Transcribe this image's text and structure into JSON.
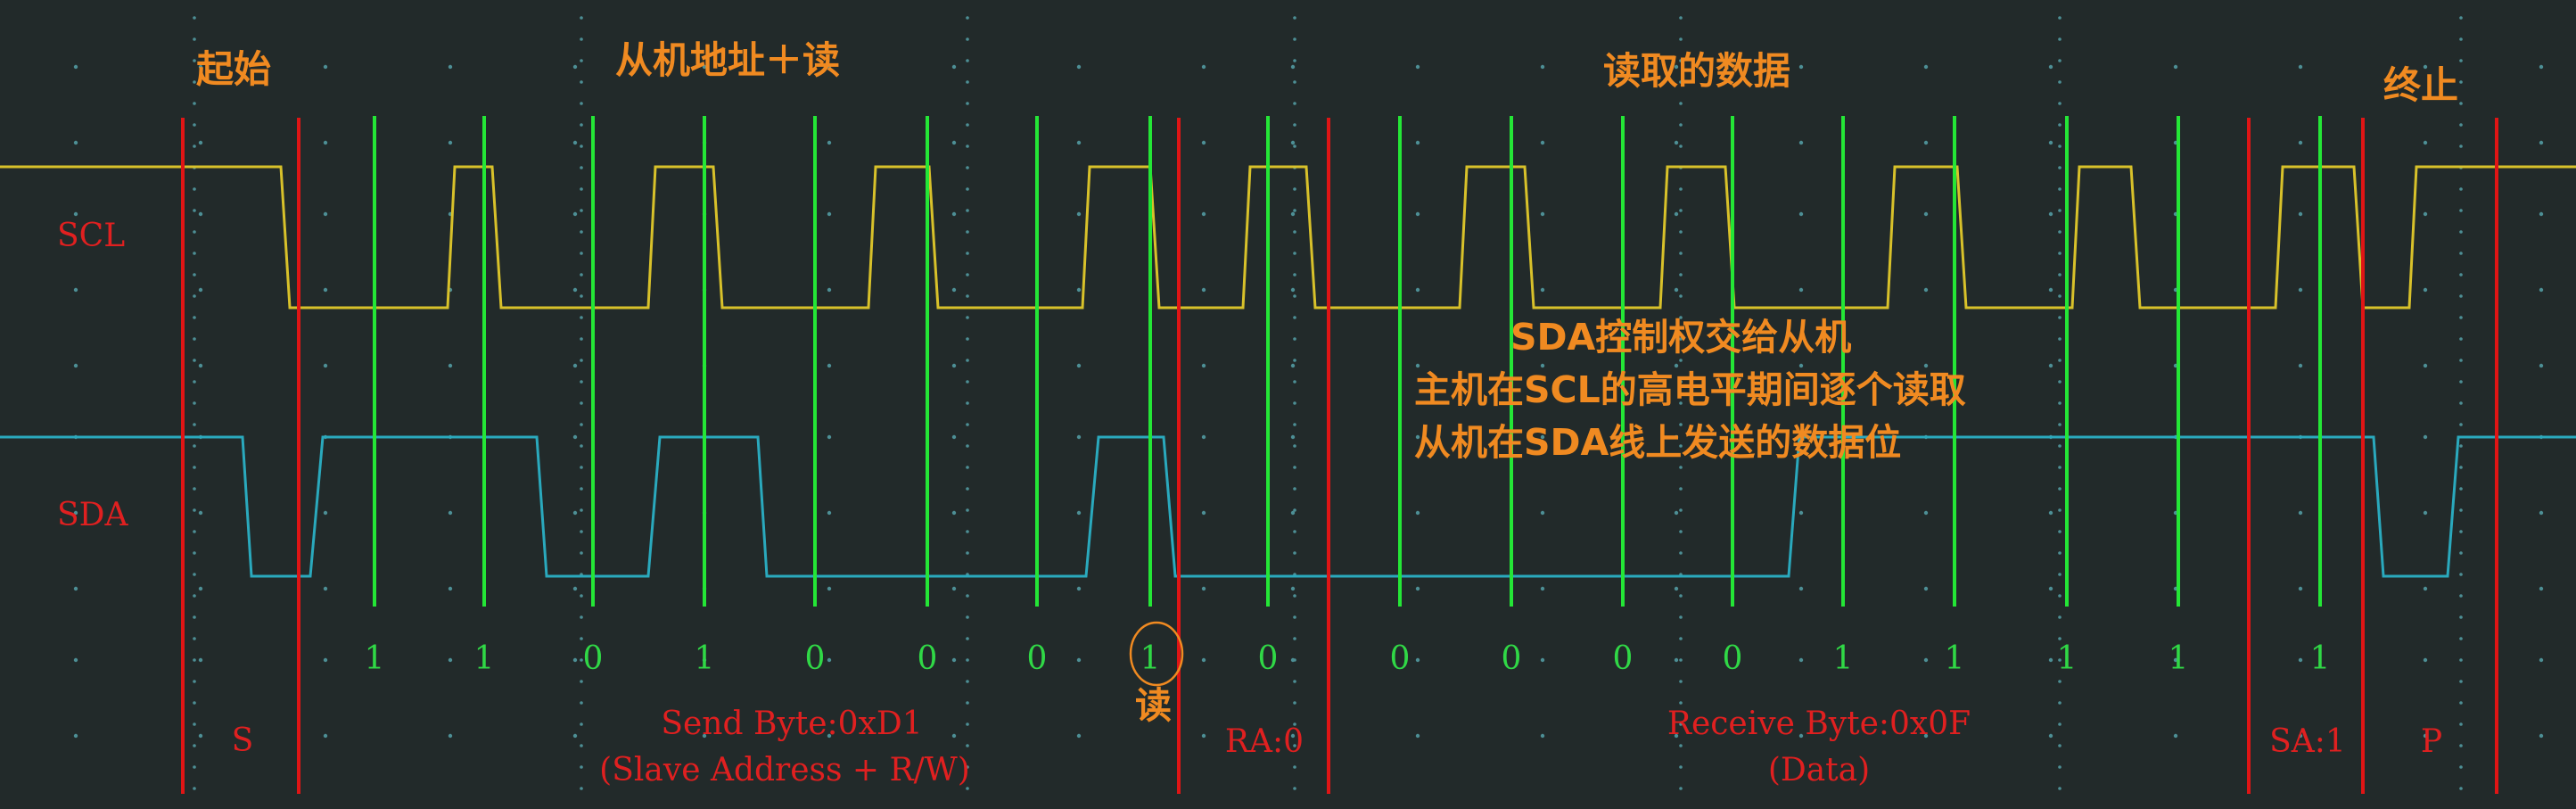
{
  "signals": {
    "scl_label": "SCL",
    "sda_label": "SDA"
  },
  "phases": {
    "start": "起始",
    "address_read": "从机地址＋读",
    "read_data": "读取的数据",
    "stop": "终止"
  },
  "annotation": {
    "line1": "SDA控制权交给从机",
    "line2": "主机在SCL的高电平期间逐个读取",
    "line3": "从机在SDA线上发送的数据位"
  },
  "bits": [
    "1",
    "1",
    "0",
    "1",
    "0",
    "0",
    "0",
    "1",
    "0",
    "0",
    "0",
    "0",
    "0",
    "1",
    "1",
    "1",
    "1",
    "1"
  ],
  "read_marker": "读",
  "decode": {
    "start": "S",
    "send_byte": "Send Byte:0xD1",
    "send_desc": "(Slave Address + R/W)",
    "ack_ra": "RA:0",
    "receive_byte": "Receive Byte:0x0F",
    "receive_desc": "(Data)",
    "ack_sa": "SA:1",
    "stop": "P"
  },
  "colors": {
    "background": "#222a2a",
    "scl": "#d8c12a",
    "sda": "#2aa9bd",
    "sample_marker": "#24e636",
    "boundary_marker": "#e01515",
    "annotation": "#f08a21"
  }
}
